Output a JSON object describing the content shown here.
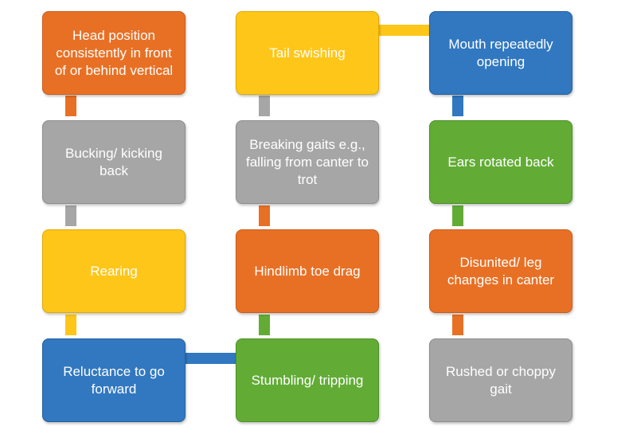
{
  "boxes": {
    "head_position": "Head position consistently in front of or behind vertical",
    "tail_swishing": "Tail swishing",
    "mouth_opening": "Mouth repeatedly opening",
    "bucking": "Bucking/ kicking back",
    "breaking_gaits": "Breaking gaits e.g., falling from canter to trot",
    "ears_rotated": "Ears rotated back",
    "rearing": "Rearing",
    "hindlimb_toe_drag": "Hindlimb toe drag",
    "disunited": "Disunited/ leg changes in canter",
    "reluctance": "Reluctance to go forward",
    "stumbling": "Stumbling/ tripping",
    "rushed_gait": "Rushed or choppy gait"
  },
  "colors": {
    "orange": "#e87025",
    "gray": "#a6a6a6",
    "yellow": "#ffc61a",
    "blue": "#3178c0",
    "green": "#62ac36"
  }
}
